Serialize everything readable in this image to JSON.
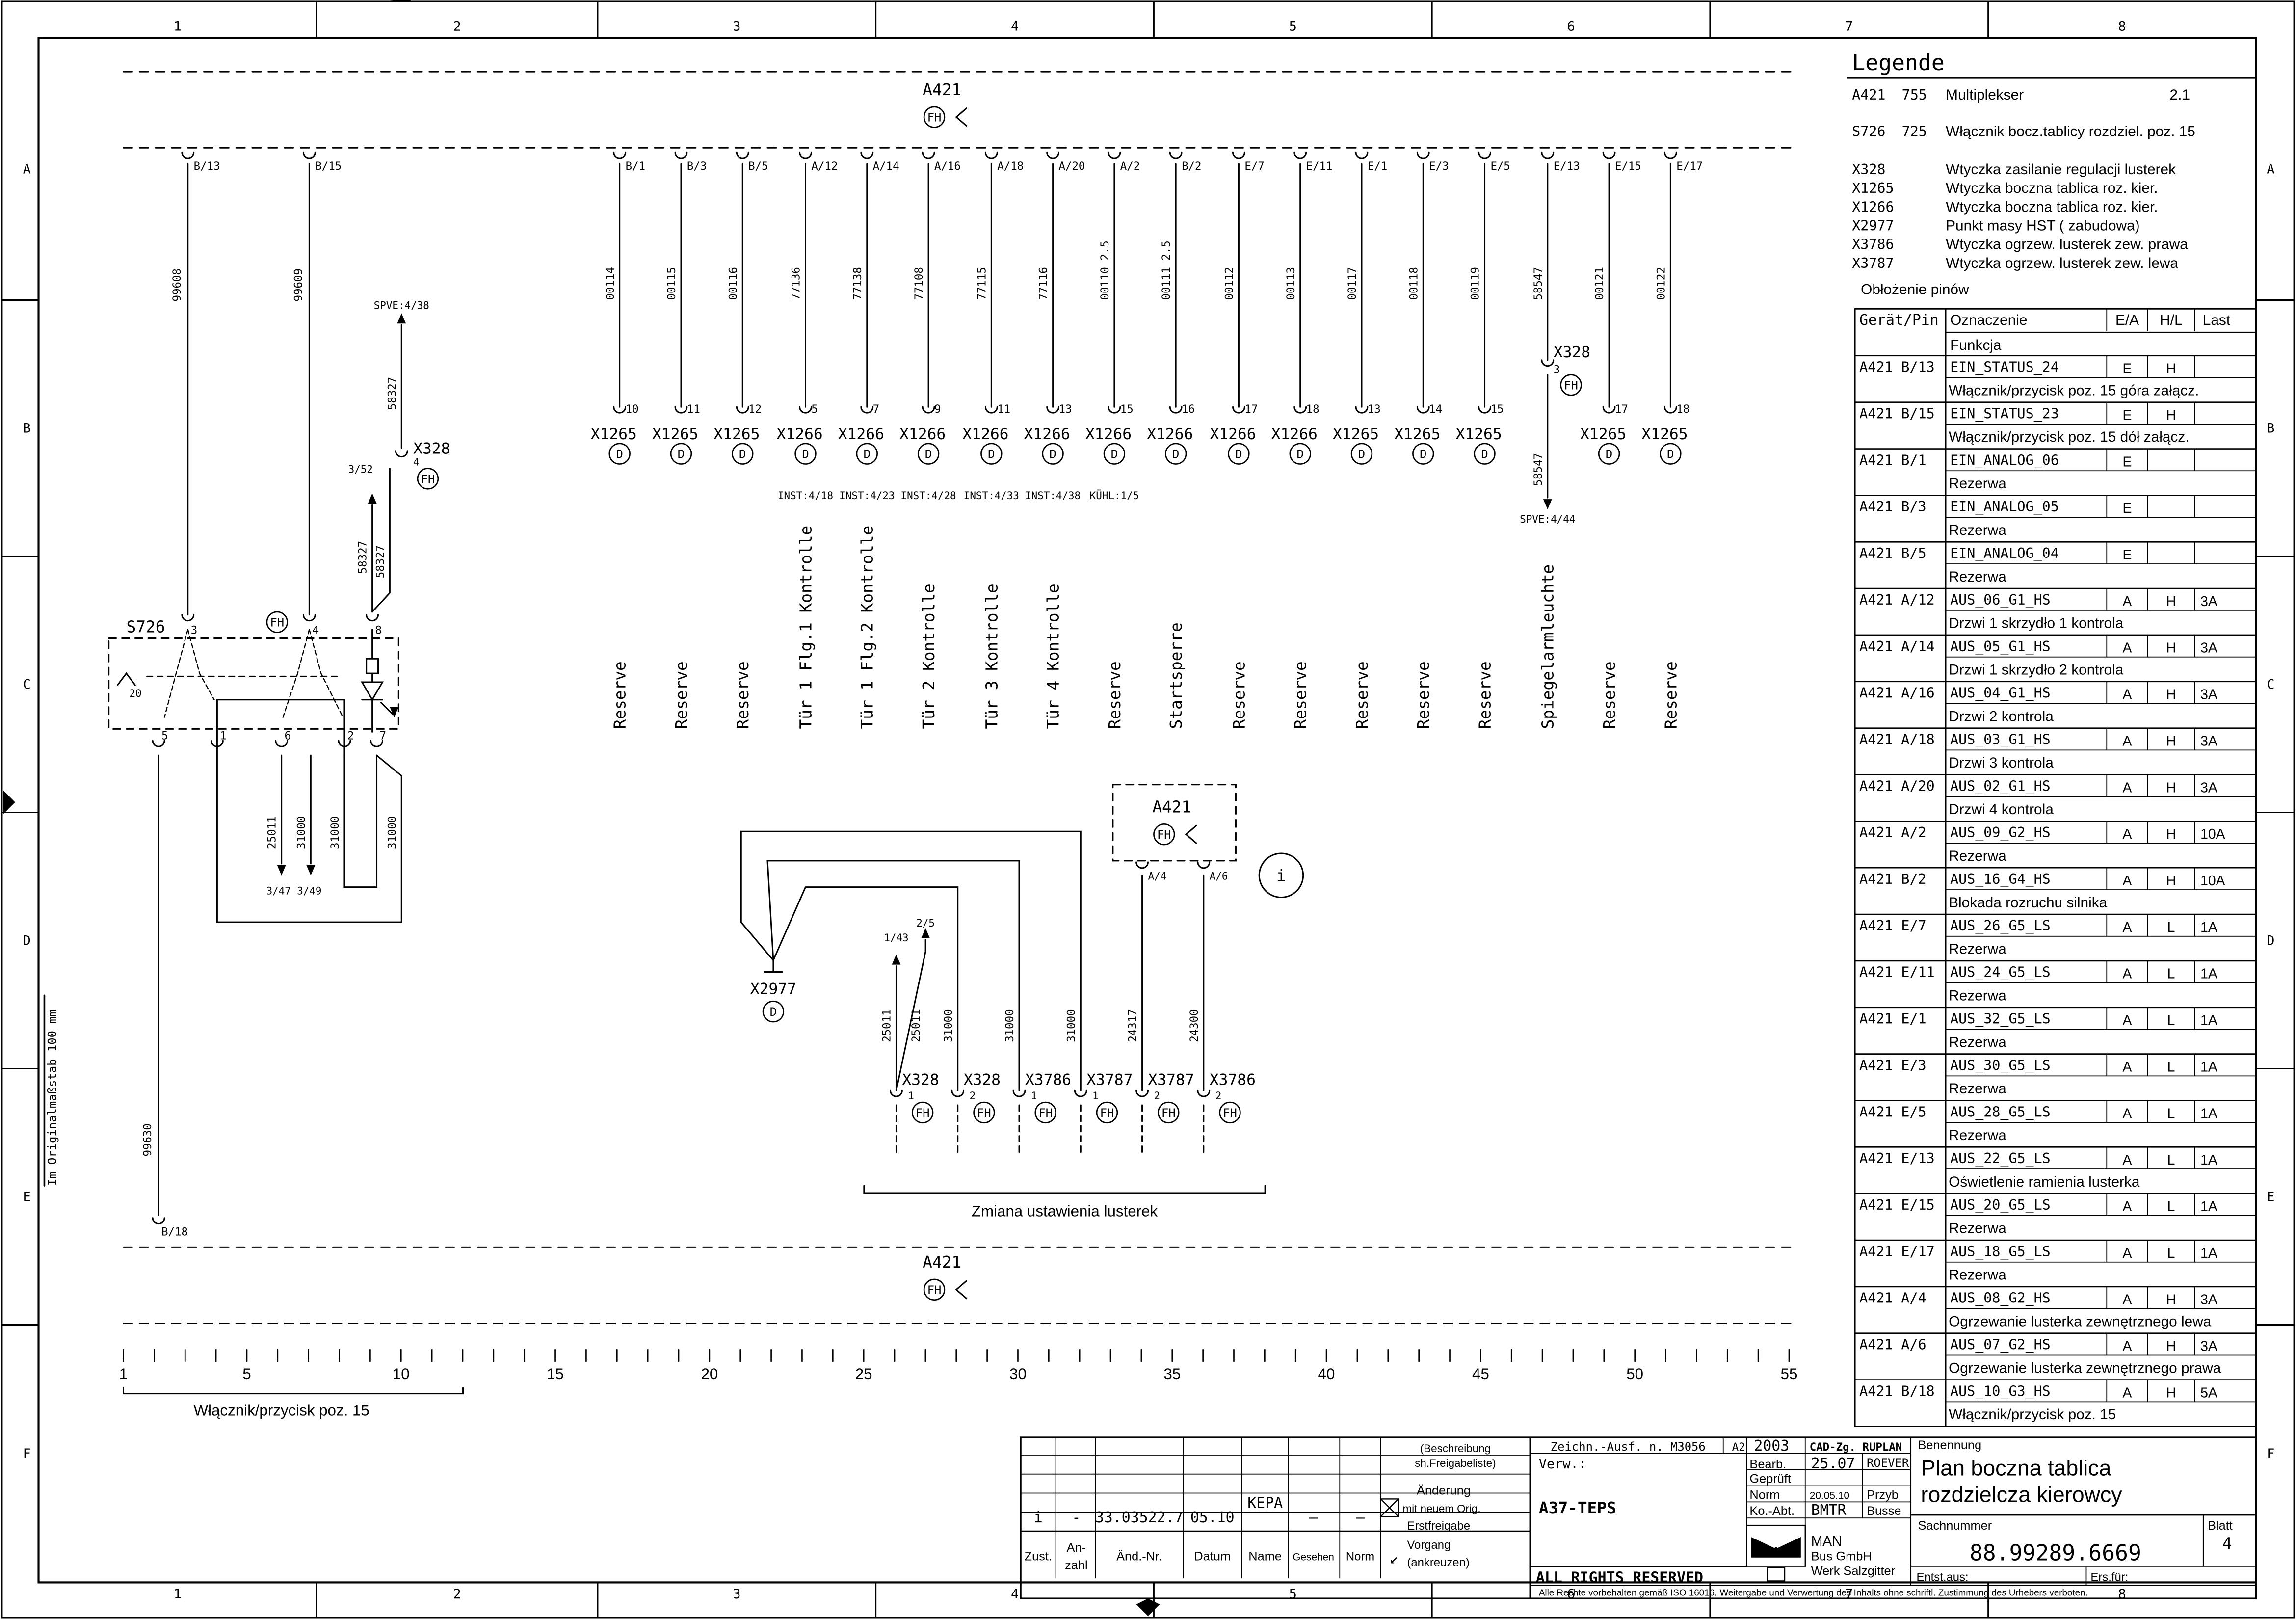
{
  "frame": {
    "columns": [
      "1",
      "2",
      "3",
      "4",
      "5",
      "6",
      "7",
      "8"
    ],
    "rows": [
      "A",
      "B",
      "C",
      "D",
      "E",
      "F"
    ],
    "scale_note": "Im Originalmaßstab 100 mm"
  },
  "module_label": "A421",
  "fh_badge": "FH",
  "d_badge": "D",
  "top_pins": [
    "B/13",
    "B/15",
    "B/1",
    "B/3",
    "B/5",
    "A/12",
    "A/14",
    "A/16",
    "A/18",
    "A/20",
    "A/2",
    "B/2",
    "E/7",
    "E/11",
    "E/1",
    "E/3",
    "E/5",
    "E/13",
    "E/15",
    "E/17"
  ],
  "left_wires": [
    "99608",
    "99609"
  ],
  "wires": [
    {
      "num": "00114",
      "plug": "X1265",
      "pin": "10",
      "xref": "",
      "label": "Reserve"
    },
    {
      "num": "00115",
      "plug": "X1265",
      "pin": "11",
      "xref": "",
      "label": "Reserve"
    },
    {
      "num": "00116",
      "plug": "X1265",
      "pin": "12",
      "xref": "",
      "label": "Reserve"
    },
    {
      "num": "77136",
      "plug": "X1266",
      "pin": "5",
      "xref": "INST:4/18",
      "label": "Tür 1 Flg.1 Kontrolle"
    },
    {
      "num": "77138",
      "plug": "X1266",
      "pin": "7",
      "xref": "INST:4/23",
      "label": "Tür 1 Flg.2 Kontrolle"
    },
    {
      "num": "77108",
      "plug": "X1266",
      "pin": "9",
      "xref": "INST:4/28",
      "label": "Tür 2 Kontrolle"
    },
    {
      "num": "77115",
      "plug": "X1266",
      "pin": "11",
      "xref": "INST:4/33",
      "label": "Tür 3 Kontrolle"
    },
    {
      "num": "77116",
      "plug": "X1266",
      "pin": "13",
      "xref": "INST:4/38",
      "label": "Tür 4 Kontrolle"
    },
    {
      "num": "00110  2.5",
      "plug": "X1266",
      "pin": "15",
      "xref": "KÜHL:1/5",
      "label": "Reserve"
    },
    {
      "num": "00111  2.5",
      "plug": "X1266",
      "pin": "16",
      "xref": "",
      "label": "Startsperre"
    },
    {
      "num": "00112",
      "plug": "X1266",
      "pin": "17",
      "xref": "",
      "label": "Reserve"
    },
    {
      "num": "00113",
      "plug": "X1266",
      "pin": "18",
      "xref": "",
      "label": "Reserve"
    },
    {
      "num": "00117",
      "plug": "X1265",
      "pin": "13",
      "xref": "",
      "label": "Reserve"
    },
    {
      "num": "00118",
      "plug": "X1265",
      "pin": "14",
      "xref": "",
      "label": "Reserve"
    },
    {
      "num": "00119",
      "plug": "X1265",
      "pin": "15",
      "xref": "",
      "label": "Reserve"
    },
    {
      "num": "58547",
      "plug": "X328",
      "pin": "3",
      "xref": "SPVE:4/44",
      "label": "Spiegelarmleuchte"
    },
    {
      "num": "00121",
      "plug": "X1265",
      "pin": "17",
      "xref": "",
      "label": "Reserve"
    },
    {
      "num": "00122",
      "plug": "X1265",
      "pin": "18",
      "xref": "",
      "label": "Reserve"
    }
  ],
  "mirror_arm_wire_lower": "58547",
  "switch": {
    "name": "S726",
    "top_pins": [
      "3",
      "4",
      "8"
    ],
    "bottom_pins": [
      "5",
      "1",
      "6",
      "2",
      "7"
    ],
    "pin_20": "20",
    "lower_wires": [
      "25011",
      "31000",
      "31000",
      "31000"
    ],
    "lower_xrefs": [
      "3/47",
      "3/49"
    ],
    "x328_pin": "4",
    "x328_xref": "3/52",
    "lamp_wires": [
      "58327",
      "58327",
      "58327"
    ],
    "spve_xref": "SPVE:4/38"
  },
  "ground": {
    "name": "X2977"
  },
  "heating_module": {
    "pins": [
      "A/4",
      "A/6"
    ],
    "info": "i"
  },
  "bottom_connectors": [
    {
      "name": "X328",
      "pin": "1"
    },
    {
      "name": "X328",
      "pin": "2"
    },
    {
      "name": "X3786",
      "pin": "1"
    },
    {
      "name": "X3787",
      "pin": "1"
    },
    {
      "name": "X3787",
      "pin": "2"
    },
    {
      "name": "X3786",
      "pin": "2"
    }
  ],
  "bottom_wires": [
    "25011",
    "25011",
    "31000",
    "31000",
    "31000",
    "24317",
    "24300"
  ],
  "bottom_xrefs": [
    "1/43",
    "2/5"
  ],
  "mirror_group_label": "Zmiana ustawienia lusterek",
  "pin_b18": "B/18",
  "wire_99630": "99630",
  "ruler": {
    "ticks": [
      "1",
      "5",
      "10",
      "15",
      "20",
      "25",
      "30",
      "35",
      "40",
      "45",
      "50",
      "55"
    ],
    "caption": "Włącznik/przycisk poz. 15"
  },
  "legend": {
    "title": "Legende",
    "entries": [
      {
        "code": "A421",
        "num": "755",
        "text": "Multiplekser",
        "ref": "2.1"
      },
      {
        "code": "S726",
        "num": "725",
        "text": "Włącznik bocz.tablicy rozdziel. poz. 15",
        "ref": ""
      }
    ],
    "plugs": [
      {
        "code": "X328",
        "text": "Wtyczka zasilanie regulacji lusterek"
      },
      {
        "code": "X1265",
        "text": "Wtyczka boczna tablica roz. kier."
      },
      {
        "code": "X1266",
        "text": "Wtyczka boczna tablica roz. kier."
      },
      {
        "code": "X2977",
        "text": "Punkt masy HST ( zabudowa)"
      },
      {
        "code": "X3786",
        "text": "Wtyczka ogrzew. lusterek zew. prawa"
      },
      {
        "code": "X3787",
        "text": "Wtyczka ogrzew. lusterek zew. lewa"
      }
    ],
    "pin_heading": "Obłożenie pinów",
    "columns": [
      "Gerät/Pin",
      "Oznaczenie",
      "E/A",
      "H/L",
      "Last"
    ],
    "func_heading": "Funkcja",
    "rows": [
      {
        "dev": "A421",
        "pin": "B/13",
        "sig": "EIN_STATUS_24",
        "ea": "E",
        "hl": "H",
        "last": "",
        "func": "Włącznik/przycisk poz. 15 góra załącz."
      },
      {
        "dev": "A421",
        "pin": "B/15",
        "sig": "EIN_STATUS_23",
        "ea": "E",
        "hl": "H",
        "last": "",
        "func": "Włącznik/przycisk poz. 15 dół załącz."
      },
      {
        "dev": "A421",
        "pin": "B/1",
        "sig": "EIN_ANALOG_06",
        "ea": "E",
        "hl": "",
        "last": "",
        "func": "Rezerwa"
      },
      {
        "dev": "A421",
        "pin": "B/3",
        "sig": "EIN_ANALOG_05",
        "ea": "E",
        "hl": "",
        "last": "",
        "func": "Rezerwa"
      },
      {
        "dev": "A421",
        "pin": "B/5",
        "sig": "EIN_ANALOG_04",
        "ea": "E",
        "hl": "",
        "last": "",
        "func": "Rezerwa"
      },
      {
        "dev": "A421",
        "pin": "A/12",
        "sig": "AUS_06_G1_HS",
        "ea": "A",
        "hl": "H",
        "last": "3A",
        "func": "Drzwi 1 skrzydło 1 kontrola"
      },
      {
        "dev": "A421",
        "pin": "A/14",
        "sig": "AUS_05_G1_HS",
        "ea": "A",
        "hl": "H",
        "last": "3A",
        "func": "Drzwi 1 skrzydło 2 kontrola"
      },
      {
        "dev": "A421",
        "pin": "A/16",
        "sig": "AUS_04_G1_HS",
        "ea": "A",
        "hl": "H",
        "last": "3A",
        "func": "Drzwi 2 kontrola"
      },
      {
        "dev": "A421",
        "pin": "A/18",
        "sig": "AUS_03_G1_HS",
        "ea": "A",
        "hl": "H",
        "last": "3A",
        "func": "Drzwi 3 kontrola"
      },
      {
        "dev": "A421",
        "pin": "A/20",
        "sig": "AUS_02_G1_HS",
        "ea": "A",
        "hl": "H",
        "last": "3A",
        "func": "Drzwi 4 kontrola"
      },
      {
        "dev": "A421",
        "pin": "A/2",
        "sig": "AUS_09_G2_HS",
        "ea": "A",
        "hl": "H",
        "last": "10A",
        "func": "Rezerwa"
      },
      {
        "dev": "A421",
        "pin": "B/2",
        "sig": "AUS_16_G4_HS",
        "ea": "A",
        "hl": "H",
        "last": "10A",
        "func": "Blokada rozruchu silnika"
      },
      {
        "dev": "A421",
        "pin": "E/7",
        "sig": "AUS_26_G5_LS",
        "ea": "A",
        "hl": "L",
        "last": "1A",
        "func": "Rezerwa"
      },
      {
        "dev": "A421",
        "pin": "E/11",
        "sig": "AUS_24_G5_LS",
        "ea": "A",
        "hl": "L",
        "last": "1A",
        "func": "Rezerwa"
      },
      {
        "dev": "A421",
        "pin": "E/1",
        "sig": "AUS_32_G5_LS",
        "ea": "A",
        "hl": "L",
        "last": "1A",
        "func": "Rezerwa"
      },
      {
        "dev": "A421",
        "pin": "E/3",
        "sig": "AUS_30_G5_LS",
        "ea": "A",
        "hl": "L",
        "last": "1A",
        "func": "Rezerwa"
      },
      {
        "dev": "A421",
        "pin": "E/5",
        "sig": "AUS_28_G5_LS",
        "ea": "A",
        "hl": "L",
        "last": "1A",
        "func": "Rezerwa"
      },
      {
        "dev": "A421",
        "pin": "E/13",
        "sig": "AUS_22_G5_LS",
        "ea": "A",
        "hl": "L",
        "last": "1A",
        "func": "Oświetlenie ramienia lusterka"
      },
      {
        "dev": "A421",
        "pin": "E/15",
        "sig": "AUS_20_G5_LS",
        "ea": "A",
        "hl": "L",
        "last": "1A",
        "func": "Rezerwa"
      },
      {
        "dev": "A421",
        "pin": "E/17",
        "sig": "AUS_18_G5_LS",
        "ea": "A",
        "hl": "L",
        "last": "1A",
        "func": "Rezerwa"
      },
      {
        "dev": "A421",
        "pin": "A/4",
        "sig": "AUS_08_G2_HS",
        "ea": "A",
        "hl": "H",
        "last": "3A",
        "func": "Ogrzewanie lusterka zewnętrznego lewa"
      },
      {
        "dev": "A421",
        "pin": "A/6",
        "sig": "AUS_07_G2_HS",
        "ea": "A",
        "hl": "H",
        "last": "3A",
        "func": "Ogrzewanie lusterka zewnętrznego prawa"
      },
      {
        "dev": "A421",
        "pin": "B/18",
        "sig": "AUS_10_G3_HS",
        "ea": "A",
        "hl": "H",
        "last": "5A",
        "func": "Włącznik/przycisk poz. 15"
      }
    ]
  },
  "titleblock": {
    "rev": {
      "zust": "i",
      "anzahl": "-",
      "aend_nr": "33.03522.7",
      "datum": "05.10",
      "name": "KEPA",
      "gesehen": "—",
      "norm": "—"
    },
    "col_heads": [
      "Zust.",
      "An-\nzahl",
      "Änd.-Nr.",
      "Datum",
      "Name",
      "Gesehen",
      "Norm"
    ],
    "beschreibung": "(Beschreibung\nsh.Freigabeliste)",
    "aenderung": "Änderung",
    "mit_neuem": "mit neuem Orig.",
    "erstfreigabe": "Erstfreigabe",
    "vorgang": "Vorgang\n(ankreuzen)",
    "zeichn": "Zeichn.-Ausf. n. M3056",
    "format": "A2",
    "year": "2003",
    "cad": "CAD-Zg. RUPLAN",
    "verw_label": "Verw.:",
    "verw_value": "A37-TEPS",
    "bearb_label": "Bearb.",
    "bearb_date": "25.07",
    "bearb_name": "ROEVER",
    "gepr_label": "Geprüft",
    "norm_label": "Norm",
    "norm_date": "20.05.10",
    "norm_name": "Przyb",
    "koabt_label": "Ko.-Abt.",
    "koabt_value": "BMTR",
    "koabt_name": "Busse",
    "benennung_label": "Benennung",
    "title_line1": "Plan boczna tablica",
    "title_line2": "rozdzielcza kierowcy",
    "sach_label": "Sachnummer",
    "sach_value": "88.99289.6669",
    "blatt_label": "Blatt",
    "blatt_value": "4",
    "company1": "MAN",
    "company2": "Bus GmbH",
    "company3": "Werk Salzgitter",
    "entst": "Entst.aus:",
    "ers": "Ers.für:",
    "rights": "ALL RIGHTS RESERVED",
    "copyright": "Alle Rechte vorbehalten gemäß ISO 16016. Weitergabe und Verwertung des Inhalts ohne schriftl. Zustimmung des Urhebers verboten.",
    "logo": "MAN"
  }
}
